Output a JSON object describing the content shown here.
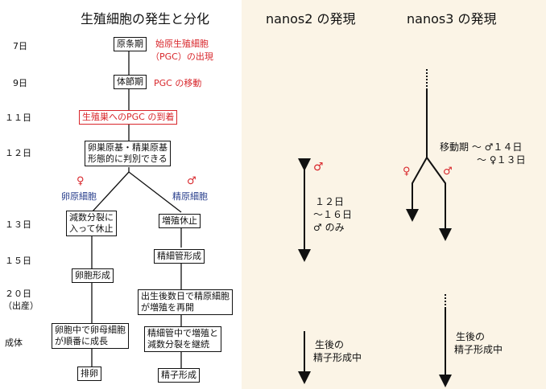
{
  "titles": {
    "left": "生殖細胞の発生と分化",
    "mid": "nanos2 の発現",
    "right": "nanos3 の発現"
  },
  "days": [
    "7日",
    "9日",
    "１１日",
    "１２日",
    "１３日",
    "１５日",
    "２０日",
    "（出産）",
    "成体"
  ],
  "events": {
    "d7_box": "原条期",
    "d7_note1": "始原生殖細胞",
    "d7_note2": "（PGC）の出現",
    "d9_box": "体節期",
    "d9_note": "PGC の移動",
    "d11_box": "生殖巣へのPGC の到着",
    "d12_line1": "卵巣原基・精巣原基",
    "d12_line2": "形態的に判別できる"
  },
  "female": {
    "symbol": "♀",
    "label": "卵原細胞",
    "b1_l1": "減数分裂に",
    "b1_l2": "入って休止",
    "b2": "卵胞形成",
    "b3_l1": "卵胞中で卵母細胞",
    "b3_l2": "が順番に成長",
    "b4": "排卵"
  },
  "male": {
    "symbol": "♂",
    "label": "精原細胞",
    "b1": "増殖休止",
    "b2": "精細管形成",
    "b3_l1": "出生後数日で精原細胞",
    "b3_l2": "が増殖を再開",
    "b4_l1": "精細管中で増殖と",
    "b4_l2": "減数分裂を継続",
    "b5": "精子形成"
  },
  "nanos2": {
    "male": "♂",
    "l1": "１２日",
    "l2": "～１６日",
    "l3": "♂ のみ",
    "a1": "生後の",
    "a2": "精子形成中"
  },
  "nanos3": {
    "m1": "移動期 ～ ♂１４日",
    "m2": "～ ♀１３日",
    "male": "♂",
    "female": "♀",
    "a1": "生後の",
    "a2": "精子形成中"
  },
  "colors": {
    "red": "#d8262b",
    "blue": "#283e8c",
    "bg": "#fbf4e6"
  }
}
